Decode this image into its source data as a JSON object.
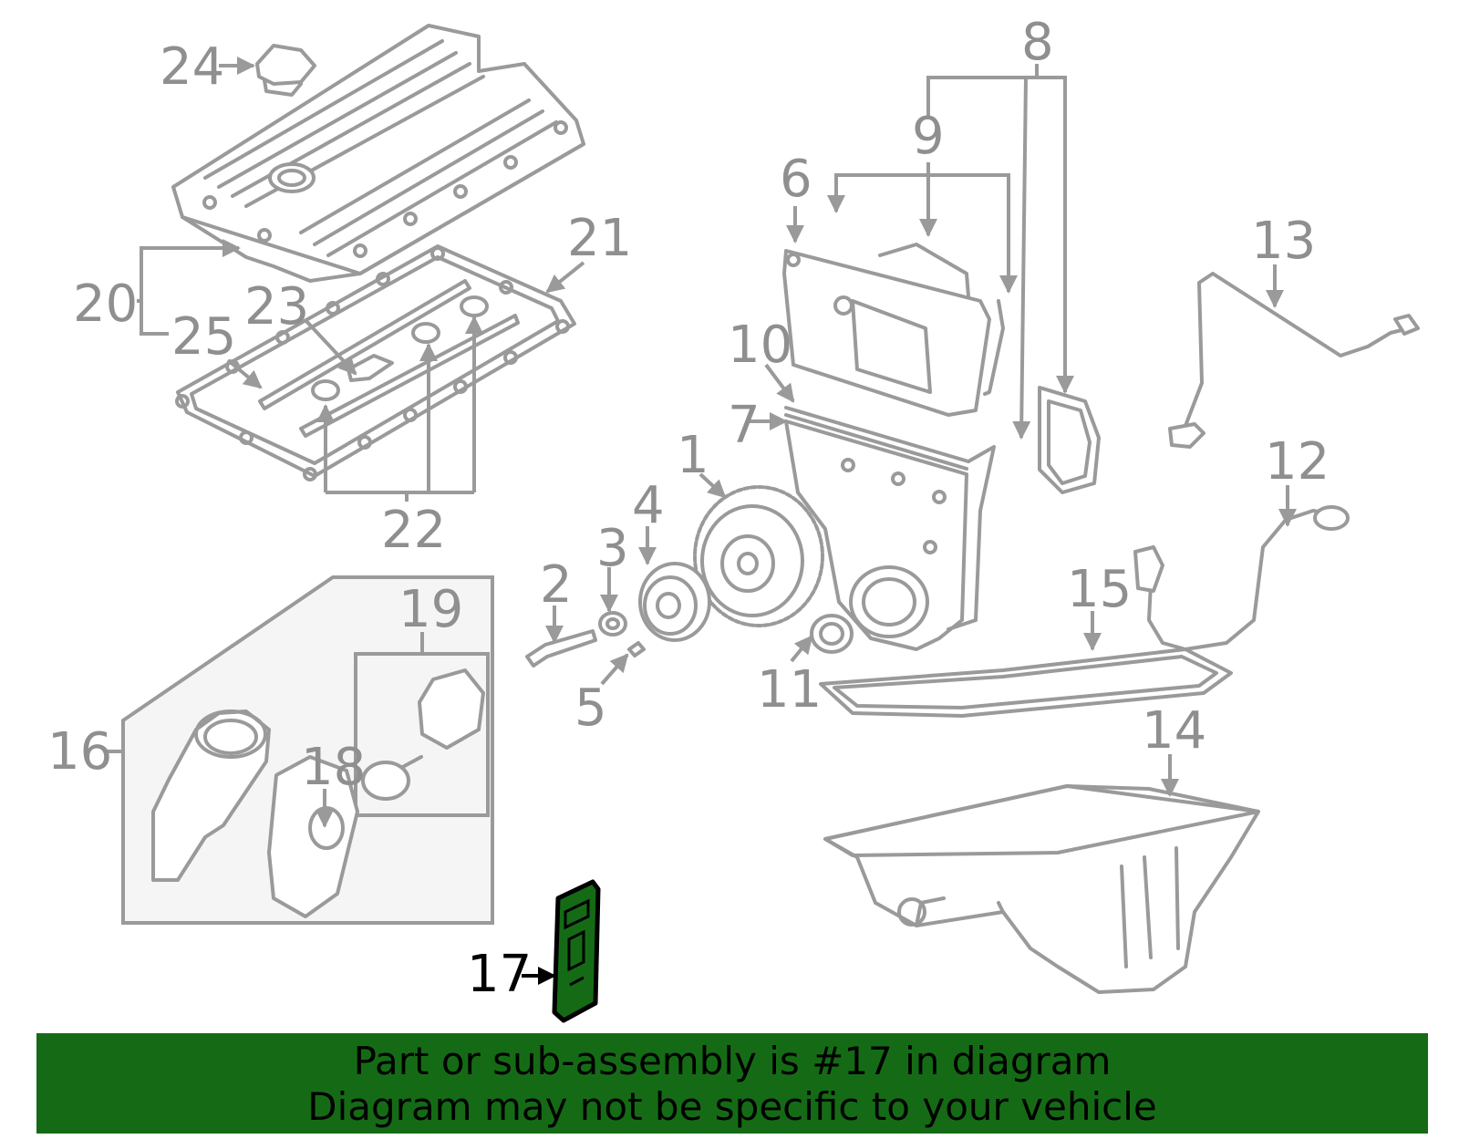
{
  "colors": {
    "line_gray": "#9a9a9a",
    "label_gray": "#8f8f8f",
    "highlight_green": "#156b15",
    "banner_green": "#156b15",
    "inset_bg": "#f5f5f5"
  },
  "highlighted_callout": "17",
  "callouts": [
    "1",
    "2",
    "3",
    "4",
    "5",
    "6",
    "7",
    "8",
    "9",
    "10",
    "11",
    "12",
    "13",
    "14",
    "15",
    "16",
    "17",
    "18",
    "19",
    "20",
    "21",
    "22",
    "23",
    "24",
    "25"
  ],
  "banner": {
    "line1": "Part or sub-assembly is #17 in diagram",
    "line2": "Diagram may not be specific to your vehicle"
  }
}
